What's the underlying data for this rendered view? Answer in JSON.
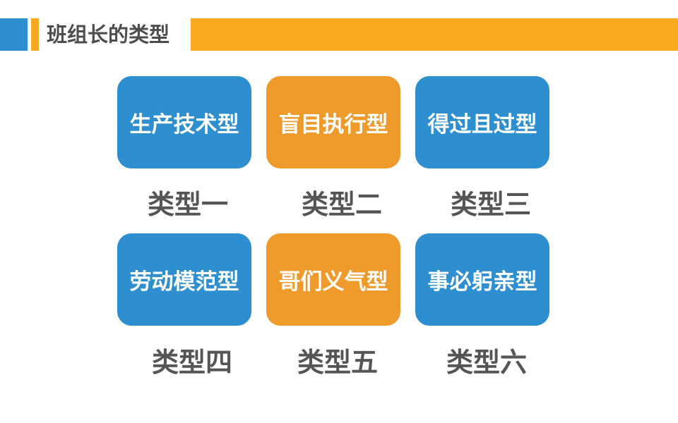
{
  "header": {
    "title": "班组长的类型",
    "colors": {
      "blue": "#2e8fd0",
      "orange": "#f8a920",
      "title_text": "#4d4d4d"
    }
  },
  "grid": {
    "cards": [
      {
        "text": "生产技术型",
        "type_label": "类型一",
        "color": "blue"
      },
      {
        "text": "盲目执行型",
        "type_label": "类型二",
        "color": "orange"
      },
      {
        "text": "得过且过型",
        "type_label": "类型三",
        "color": "blue"
      },
      {
        "text": "劳动模范型",
        "type_label": "类型四",
        "color": "blue"
      },
      {
        "text": "哥们义气型",
        "type_label": "类型五",
        "color": "orange"
      },
      {
        "text": "事必躬亲型",
        "type_label": "类型六",
        "color": "blue"
      }
    ],
    "colors": {
      "card_blue": "#2e8fd0",
      "card_orange": "#ee9b2c",
      "card_text": "#ffffff",
      "label_text": "#555555"
    }
  }
}
